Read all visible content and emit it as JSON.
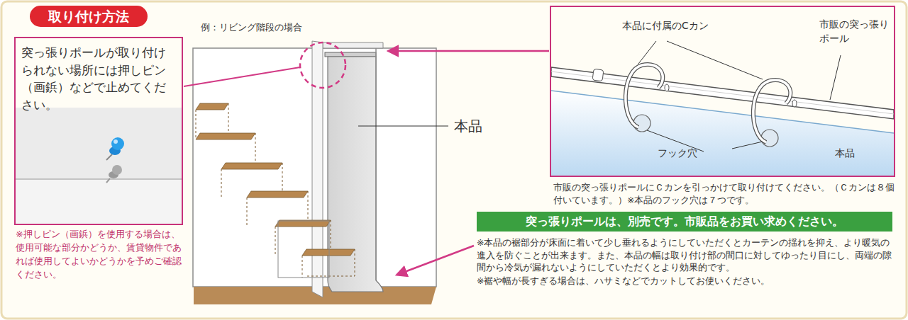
{
  "diagram": {
    "title": "取り付け方法",
    "nodes": [
      {
        "text": [
          "突っ張りポールが取り付けられない場所には押しピン（画鋲）などで止めてください。"
        ]
      },
      {
        "text": [
          "本品に付属のCカン",
          "市販の突っ張りポール",
          "フック穴",
          "本品"
        ]
      },
      {
        "text": [
          "突っ張りポールは、別売です。市販品をお買い求めください。"
        ]
      }
    ],
    "labels": [
      "例：リビング階段の場合",
      "本品",
      "※押しピン（画鋲）を使用する場合は、使用可能な部分かどうか、賃貸物件であれば使用してよいかどうかを予めご確認ください。",
      "市販の突っ張りポールにＣカンを引っかけて取り付けてください。（Ｃカンは８個付いています。）※本品のフック穴は７つです。",
      "※本品の裾部分が床面に着いて少し垂れるようにしていただくとカーテンの揺れを抑え、より暖気の進入を防ぐことが出来ます。また、本品の幅は取り付け部の間口に対してゆったり目にし、両端の隙間から冷気が漏れないようにしていただくとより効果的です。",
      "※裾や幅が長すぎる場合は、ハサミなどでカットしてお使いください。"
    ]
  }
}
